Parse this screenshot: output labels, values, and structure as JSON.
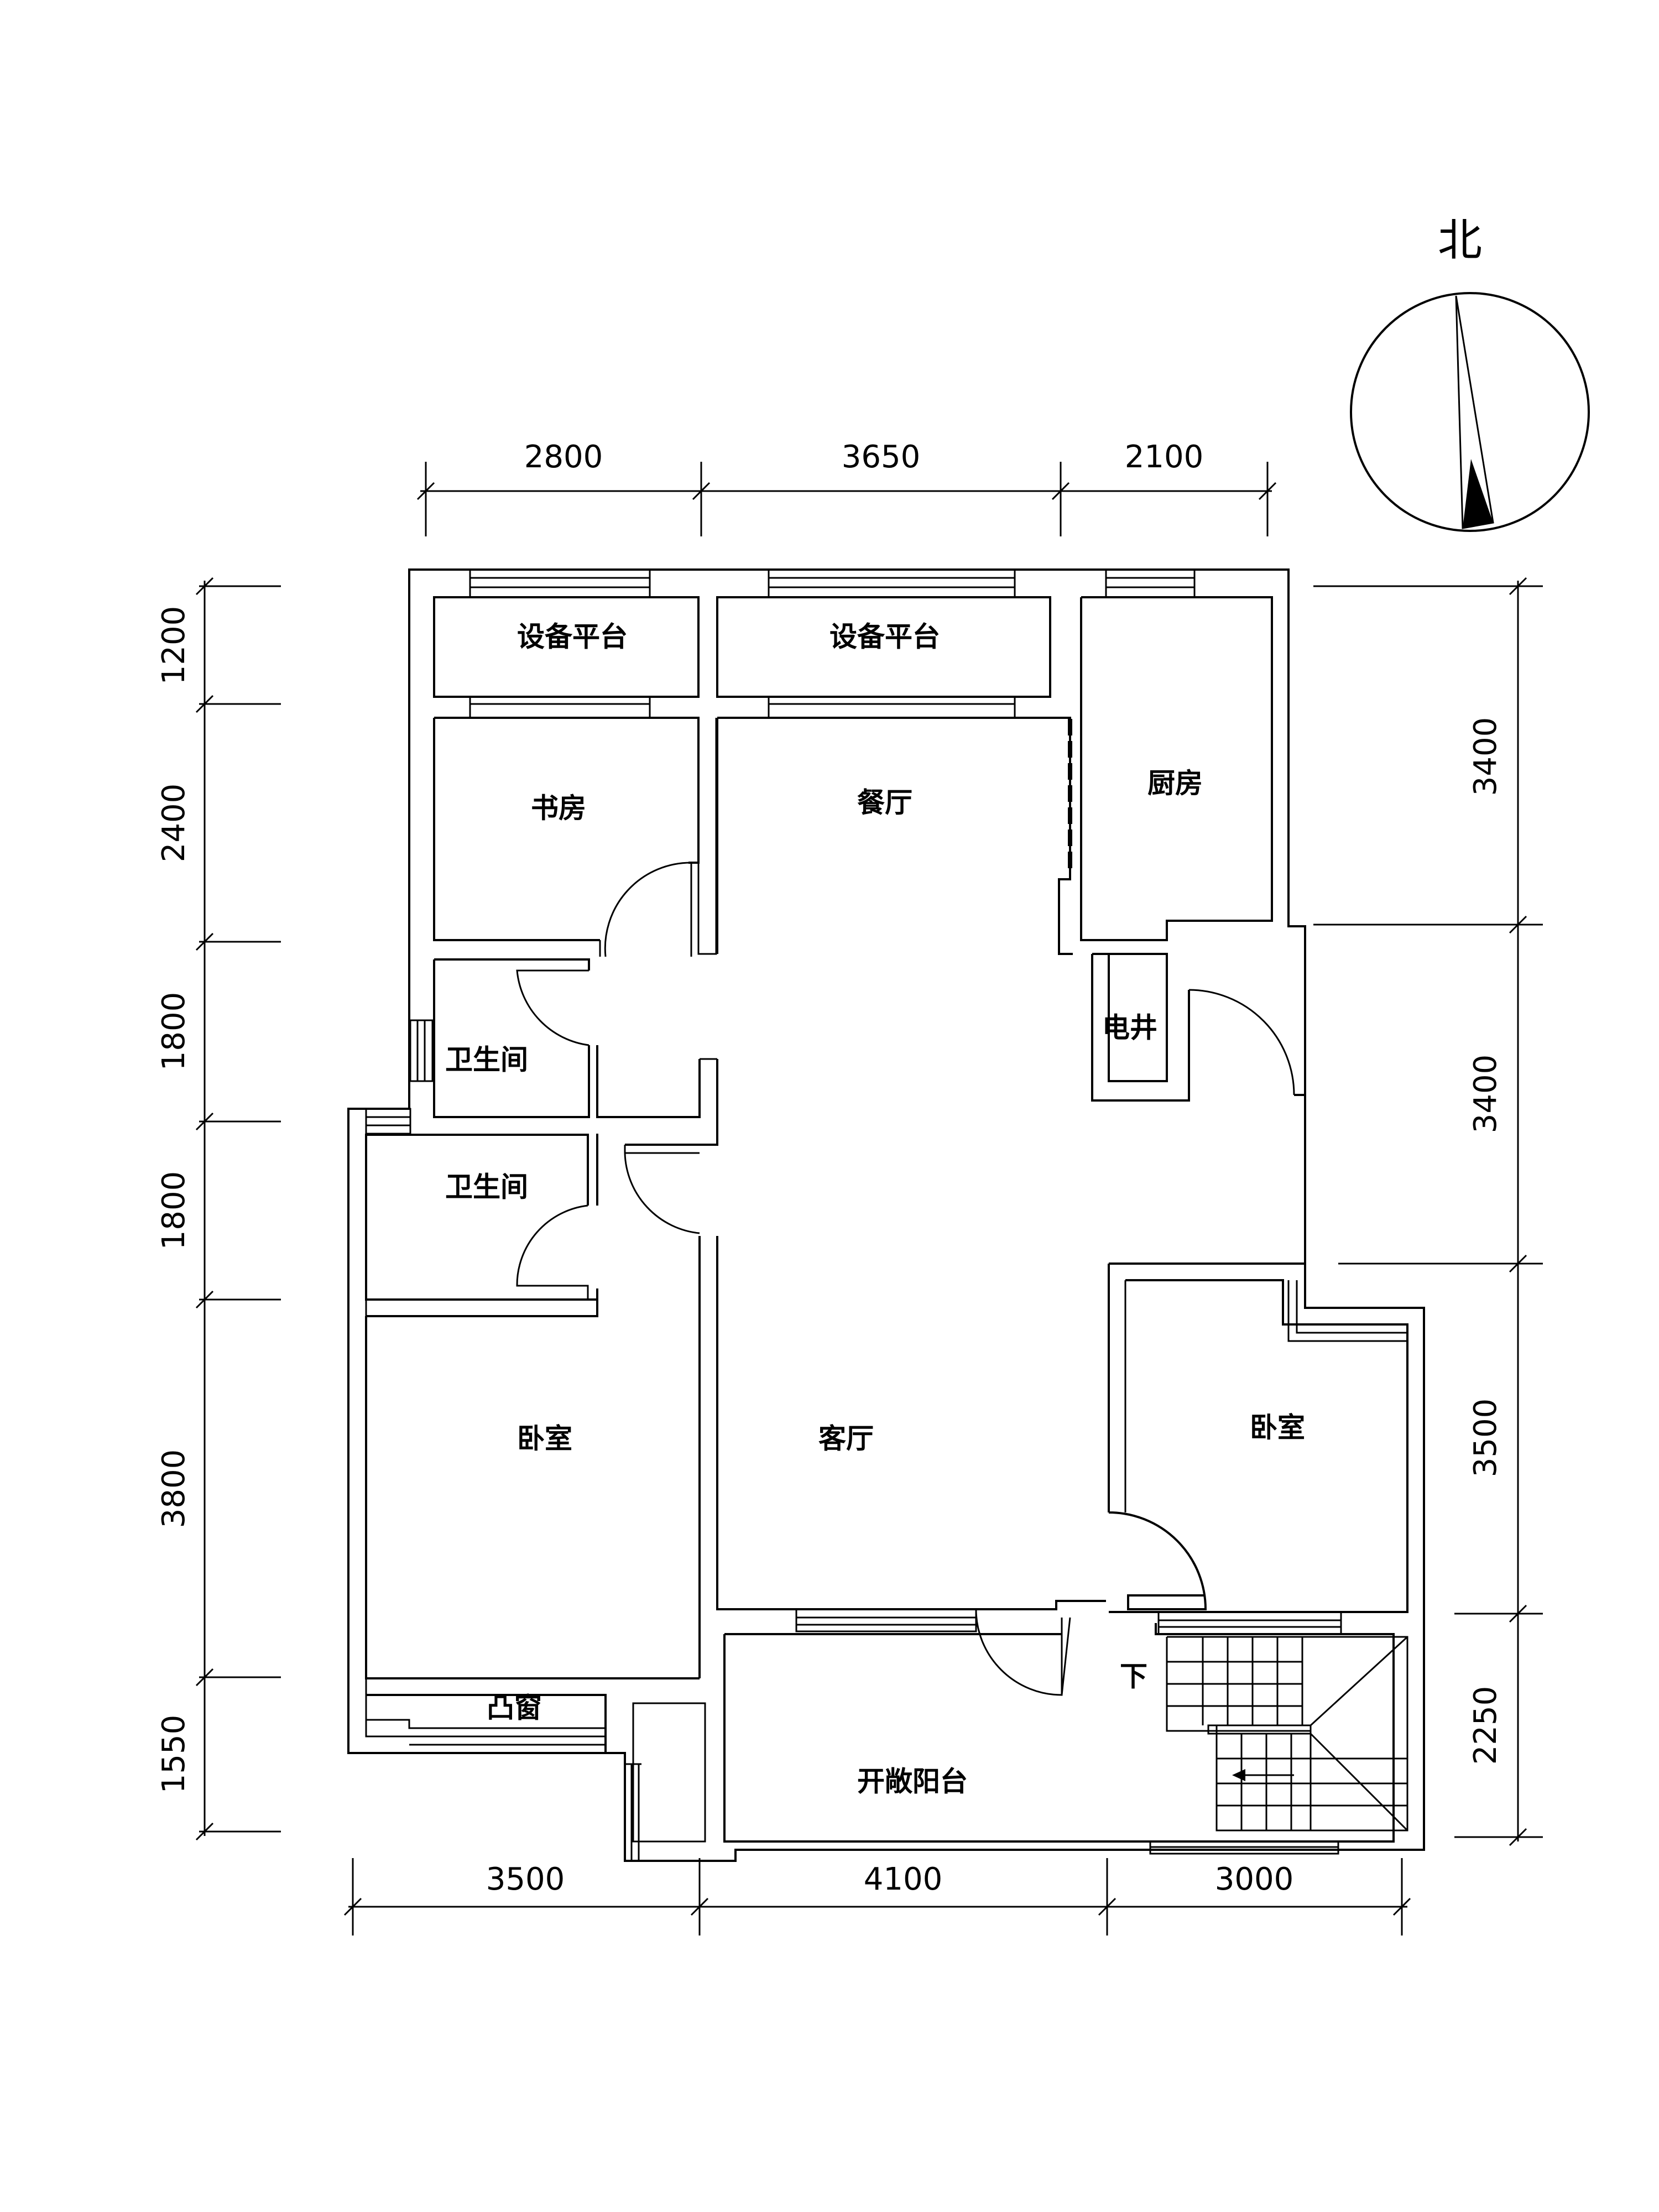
{
  "compass": {
    "north_label": "北"
  },
  "dimensions": {
    "top": [
      "2800",
      "3650",
      "2100"
    ],
    "bottom": [
      "3500",
      "4100",
      "3000"
    ],
    "left": [
      "1200",
      "2400",
      "1800",
      "1800",
      "3800",
      "1550"
    ],
    "right": [
      "3400",
      "3400",
      "3500",
      "2250"
    ]
  },
  "rooms": {
    "equipment_platform_1": "设备平台",
    "equipment_platform_2": "设备平台",
    "study": "书房",
    "dining": "餐厅",
    "kitchen": "厨房",
    "electric_shaft": "电井",
    "bathroom_1": "卫生间",
    "bathroom_2": "卫生间",
    "bedroom_left": "卧室",
    "living": "客厅",
    "bedroom_right": "卧室",
    "bay_window": "凸窗",
    "open_balcony": "开敞阳台",
    "stair_down": "下"
  }
}
